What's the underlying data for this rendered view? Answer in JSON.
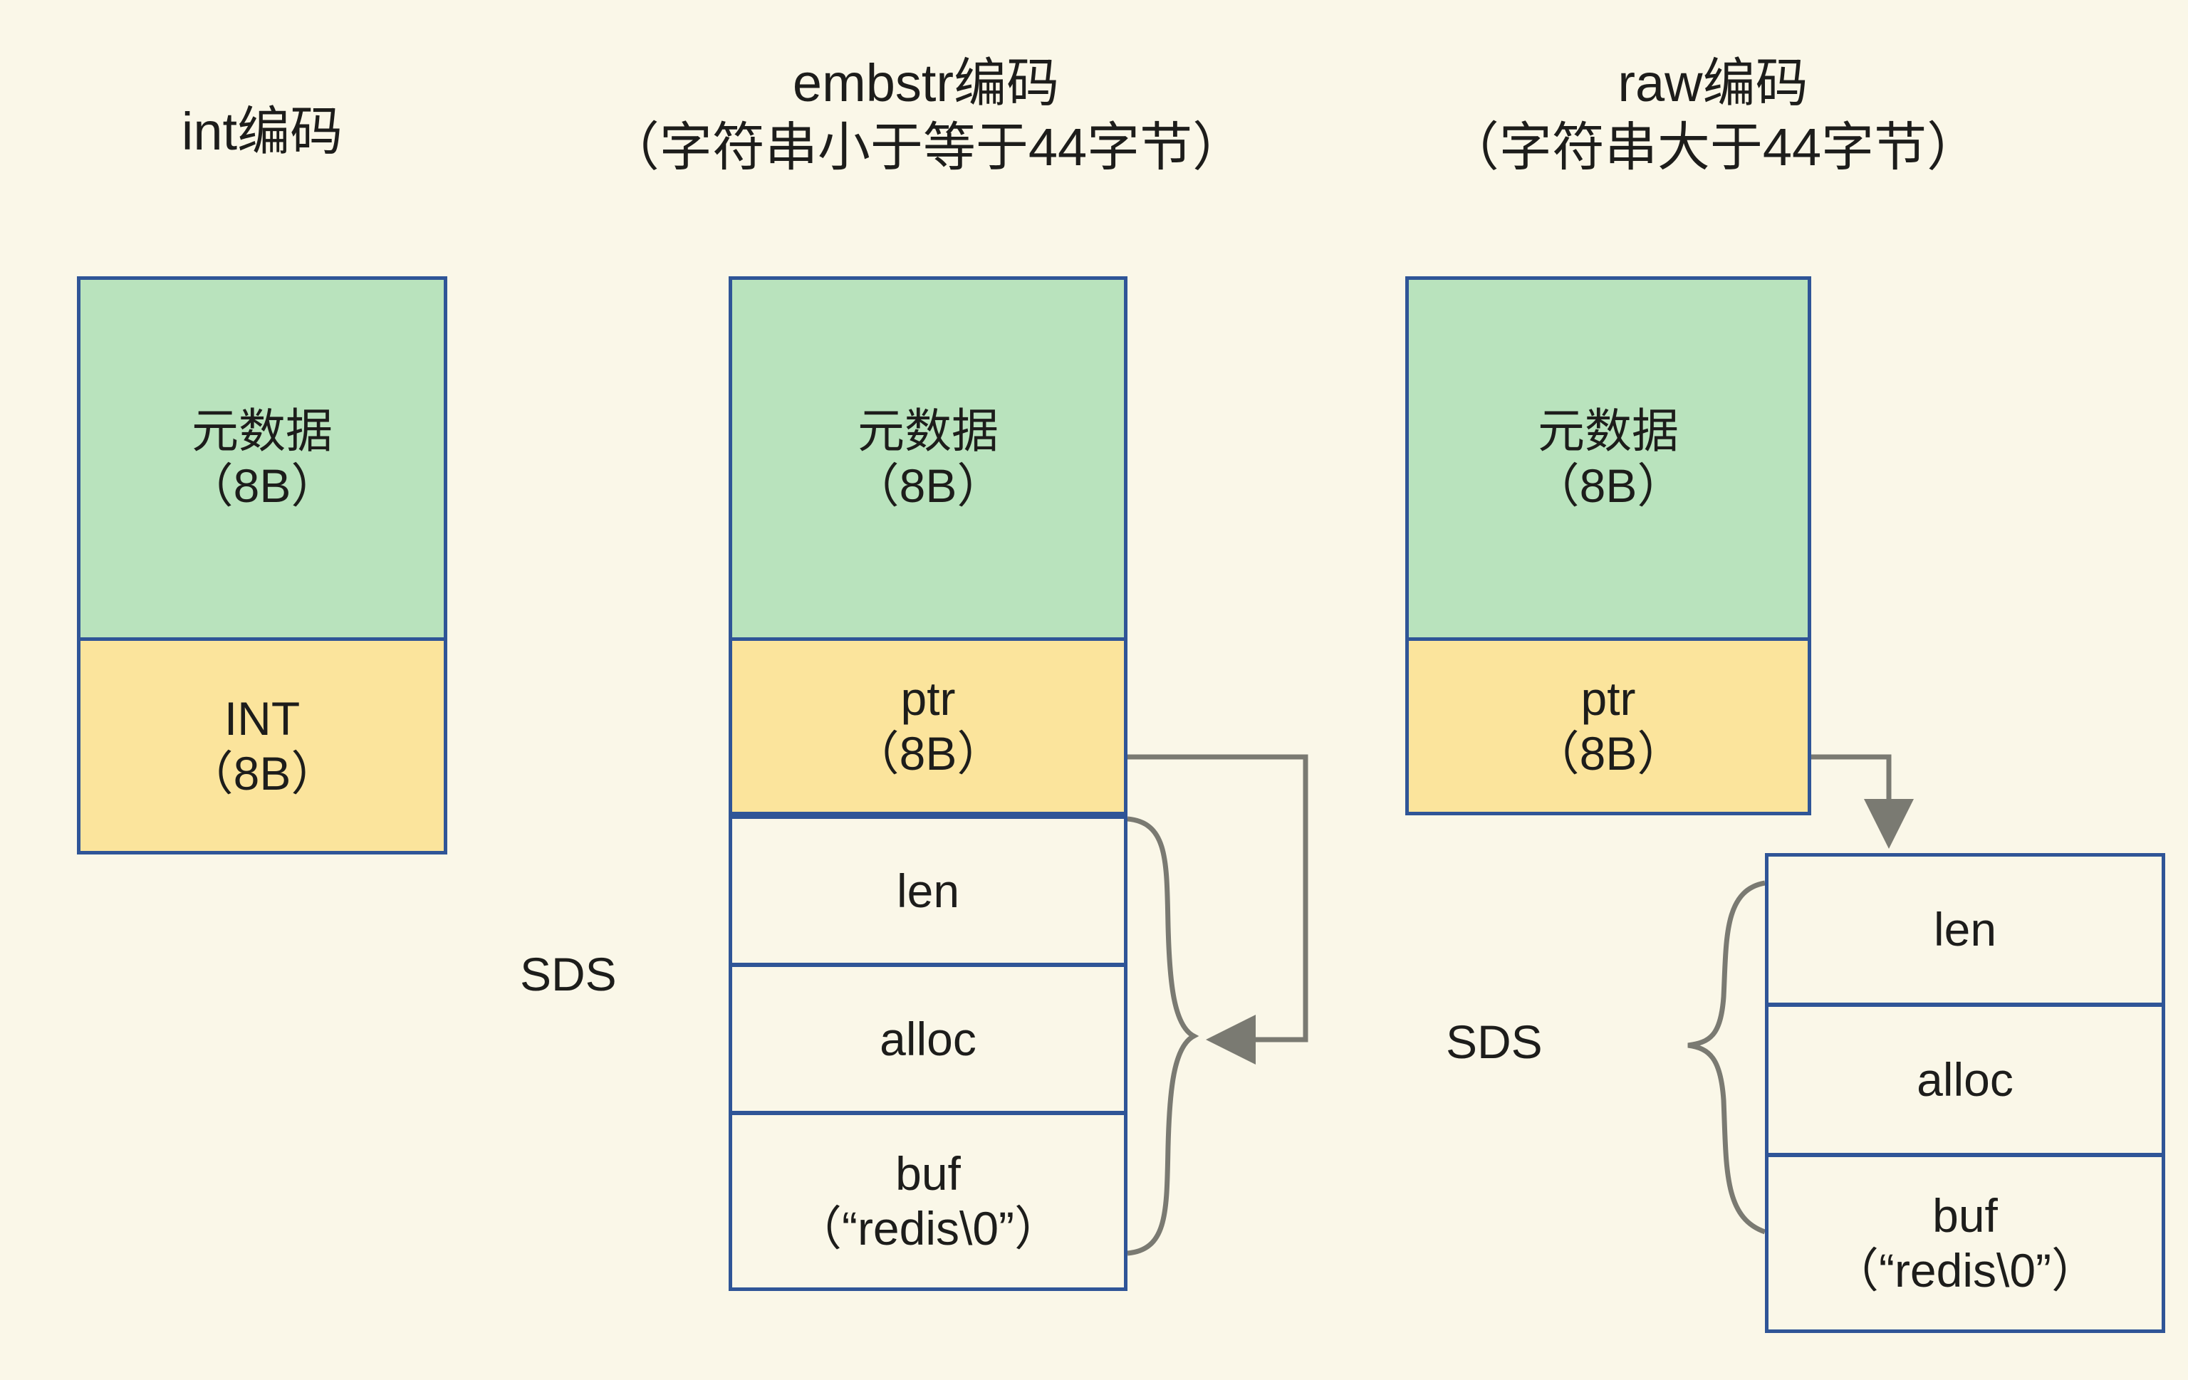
{
  "background_color": "#faf7e8",
  "palette": {
    "metadata_fill": "#b9e3bd",
    "pointer_fill": "#fbe49c",
    "sds_fill": "#faf7e8",
    "box_border": "#2f5597",
    "connector": "#7a7a72",
    "text": "#1d1d1b"
  },
  "diagram": {
    "type": "memory-layout",
    "columns": [
      {
        "id": "int",
        "title_line1": "int编码",
        "title_line2": "",
        "cells": [
          {
            "id": "metadata",
            "line1": "元数据",
            "line2": "（8B）",
            "fill": "metadata_fill"
          },
          {
            "id": "value",
            "line1": "INT",
            "line2": "（8B）",
            "fill": "pointer_fill"
          }
        ],
        "sds_label": "",
        "sds_rows": []
      },
      {
        "id": "embstr",
        "title_line1": "embstr编码",
        "title_line2": "（字符串小于等于44字节）",
        "cells": [
          {
            "id": "metadata",
            "line1": "元数据",
            "line2": "（8B）",
            "fill": "metadata_fill"
          },
          {
            "id": "ptr",
            "line1": "ptr",
            "line2": "（8B）",
            "fill": "pointer_fill"
          }
        ],
        "sds_label": "SDS",
        "sds_rows": [
          {
            "id": "len",
            "line1": "len",
            "line2": ""
          },
          {
            "id": "alloc",
            "line1": "alloc",
            "line2": ""
          },
          {
            "id": "buf",
            "line1": "buf",
            "line2": "（“redis\\0”）"
          }
        ]
      },
      {
        "id": "raw",
        "title_line1": "raw编码",
        "title_line2": "（字符串大于44字节）",
        "cells": [
          {
            "id": "metadata",
            "line1": "元数据",
            "line2": "（8B）",
            "fill": "metadata_fill"
          },
          {
            "id": "ptr",
            "line1": "ptr",
            "line2": "（8B）",
            "fill": "pointer_fill"
          }
        ],
        "sds_label": "SDS",
        "sds_rows": [
          {
            "id": "len",
            "line1": "len",
            "line2": ""
          },
          {
            "id": "alloc",
            "line1": "alloc",
            "line2": ""
          },
          {
            "id": "buf",
            "line1": "buf",
            "line2": "（“redis\\0”）"
          }
        ]
      }
    ],
    "connectors": [
      {
        "id": "embstr-ptr-to-sds",
        "from": "embstr.ptr",
        "to": "embstr.sds.alloc",
        "arrowhead": true
      },
      {
        "id": "embstr-sds-brace",
        "from": "embstr.sds",
        "to": "embstr.sds-label",
        "arrowhead": false
      },
      {
        "id": "raw-ptr-to-sds",
        "from": "raw.ptr",
        "to": "raw.sds",
        "arrowhead": true
      },
      {
        "id": "raw-sds-brace",
        "from": "raw.sds",
        "to": "raw.sds-label",
        "arrowhead": false
      }
    ]
  }
}
